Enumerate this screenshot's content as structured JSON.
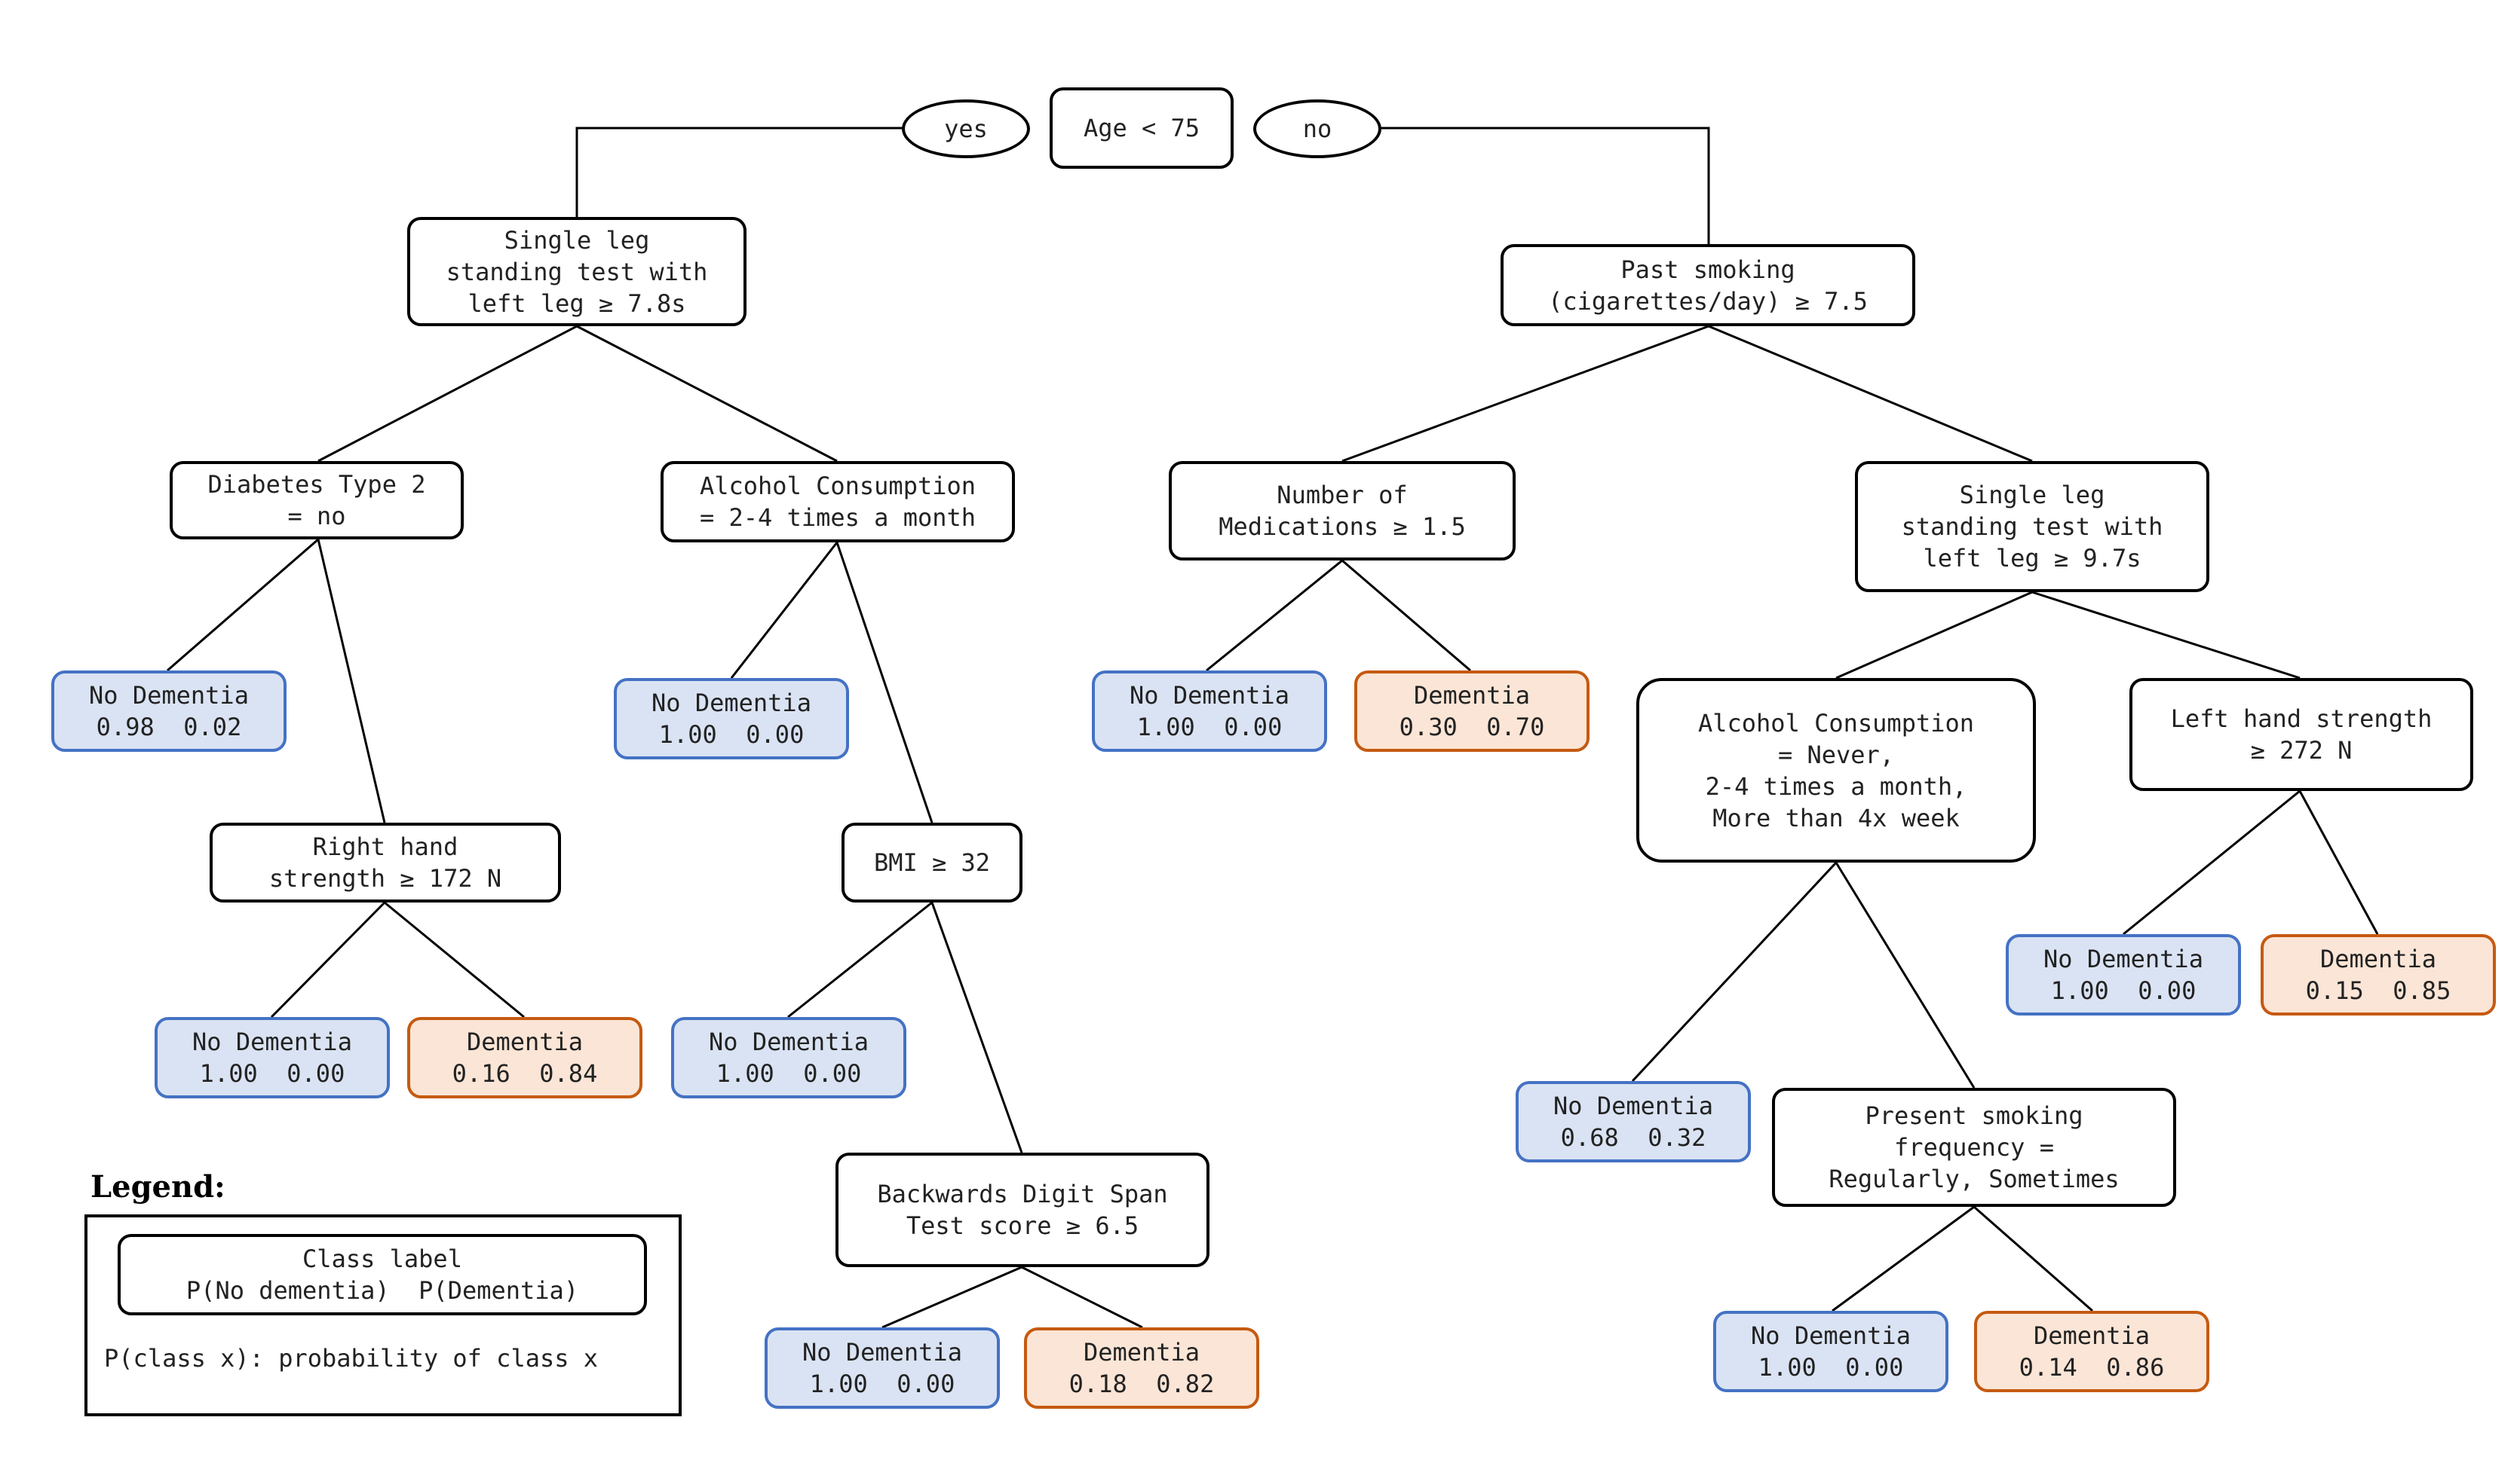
{
  "edge_labels": {
    "yes": "yes",
    "no": "no"
  },
  "root": {
    "line1": "Age < 75"
  },
  "nodes": {
    "slst_left_78": {
      "line1": "Single leg",
      "line2": "standing test with",
      "line3": "left leg ≥ 7.8s"
    },
    "past_smoking": {
      "line1": "Past smoking",
      "line2": "(cigarettes/day) ≥ 7.5"
    },
    "diabetes": {
      "line1": "Diabetes Type 2",
      "line2": "= no"
    },
    "alcohol_2_4": {
      "line1": "Alcohol Consumption",
      "line2": "= 2-4 times a month"
    },
    "medications": {
      "line1": "Number of",
      "line2": "Medications ≥ 1.5"
    },
    "slst_left_97": {
      "line1": "Single leg",
      "line2": "standing test with",
      "line3": "left leg ≥ 9.7s"
    },
    "right_hand": {
      "line1": "Right hand",
      "line2": "strength ≥ 172 N"
    },
    "bmi": {
      "line1": "BMI ≥ 32"
    },
    "alcohol_multi": {
      "line1": "Alcohol Consumption",
      "line2": "= Never,",
      "line3": "2-4 times a month,",
      "line4": "More than 4x week"
    },
    "left_hand": {
      "line1": "Left hand strength",
      "line2": "≥ 272 N"
    },
    "present_smoking": {
      "line1": "Present smoking",
      "line2": "frequency =",
      "line3": "Regularly, Sometimes"
    },
    "digit_span": {
      "line1": "Backwards Digit Span",
      "line2": "Test score ≥ 6.5"
    }
  },
  "leaves": {
    "l1": {
      "label": "No Dementia",
      "probs": "0.98  0.02"
    },
    "l2": {
      "label": "No Dementia",
      "probs": "1.00  0.00"
    },
    "l3": {
      "label": "No Dementia",
      "probs": "1.00  0.00"
    },
    "l4": {
      "label": "Dementia",
      "probs": "0.30  0.70"
    },
    "l5": {
      "label": "No Dementia",
      "probs": "1.00  0.00"
    },
    "l6": {
      "label": "Dementia",
      "probs": "0.16  0.84"
    },
    "l7": {
      "label": "No Dementia",
      "probs": "1.00  0.00"
    },
    "l8": {
      "label": "No Dementia",
      "probs": "1.00  0.00"
    },
    "l9": {
      "label": "Dementia",
      "probs": "0.15  0.85"
    },
    "l10": {
      "label": "No Dementia",
      "probs": "0.68  0.32"
    },
    "l11": {
      "label": "No Dementia",
      "probs": "1.00  0.00"
    },
    "l12": {
      "label": "Dementia",
      "probs": "0.18  0.82"
    },
    "l13": {
      "label": "No Dementia",
      "probs": "1.00  0.00"
    },
    "l14": {
      "label": "Dementia",
      "probs": "0.14  0.86"
    }
  },
  "legend": {
    "title": "Legend:",
    "class_label": "Class label",
    "class_probs": "P(No dementia)  P(Dementia)",
    "note": "P(class x): probability of class x"
  },
  "colors": {
    "no_dementia_fill": "#dae3f3",
    "no_dementia_border": "#4472c4",
    "dementia_fill": "#fbe5d6",
    "dementia_border": "#c55a11"
  }
}
